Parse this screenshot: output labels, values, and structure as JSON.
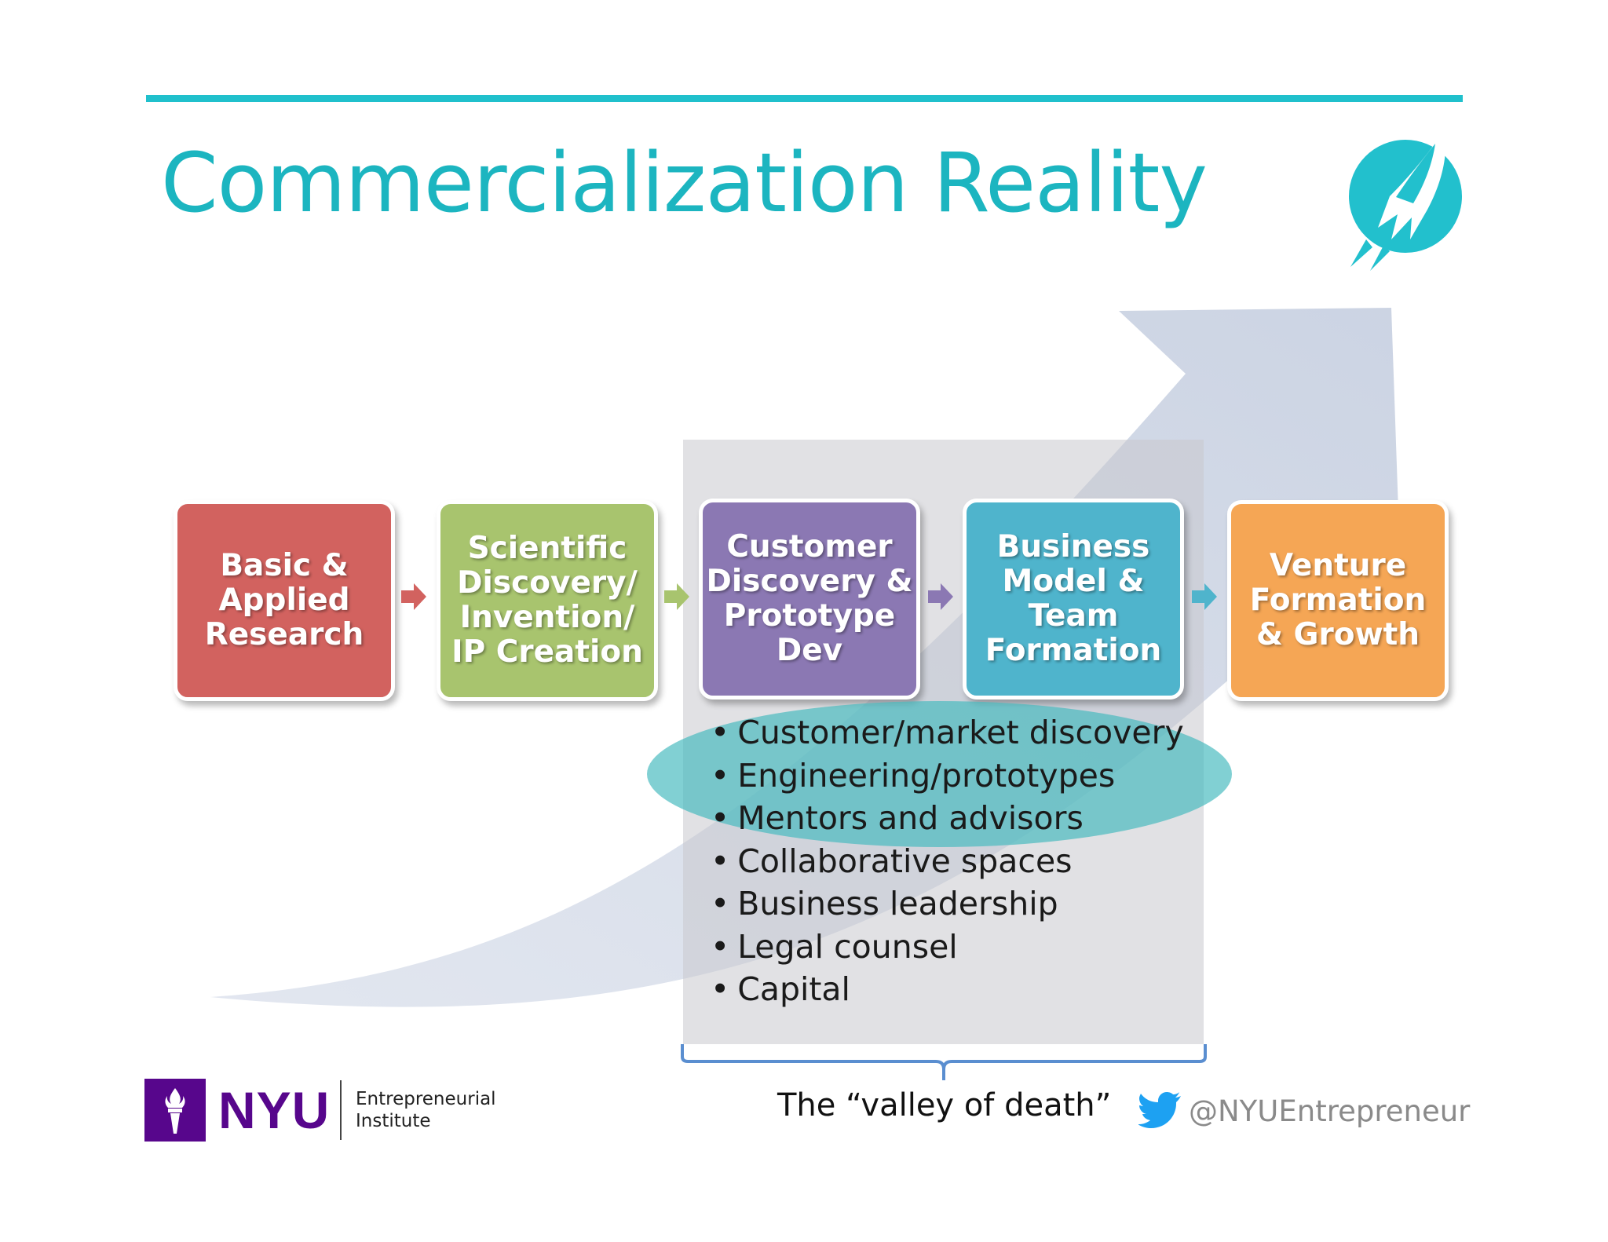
{
  "title": "Commercialization Reality",
  "steps": [
    {
      "label": "Basic &\nApplied\nResearch",
      "color": "#d2625f"
    },
    {
      "label": "Scientific\nDiscovery/\nInvention/\nIP Creation",
      "color": "#a8c46e"
    },
    {
      "label": "Customer\nDiscovery &\nPrototype\nDev",
      "color": "#8b78b3"
    },
    {
      "label": "Business\nModel &\nTeam\nFormation",
      "color": "#4fb4cc"
    },
    {
      "label": "Venture\nFormation\n& Growth",
      "color": "#f5a655"
    }
  ],
  "resources": [
    "Customer/market discovery",
    "Engineering/prototypes",
    "Mentors and advisors",
    "Collaborative spaces",
    "Business leadership",
    "Legal counsel",
    "Capital"
  ],
  "valley_label": "The “valley of death”",
  "twitter_handle": "@NYUEntrepreneur",
  "footer": {
    "nyu": "NYU",
    "institute": "Entrepreneurial\nInstitute"
  },
  "colors": {
    "accent": "#20c0cc",
    "nyu_purple": "#57068c"
  }
}
